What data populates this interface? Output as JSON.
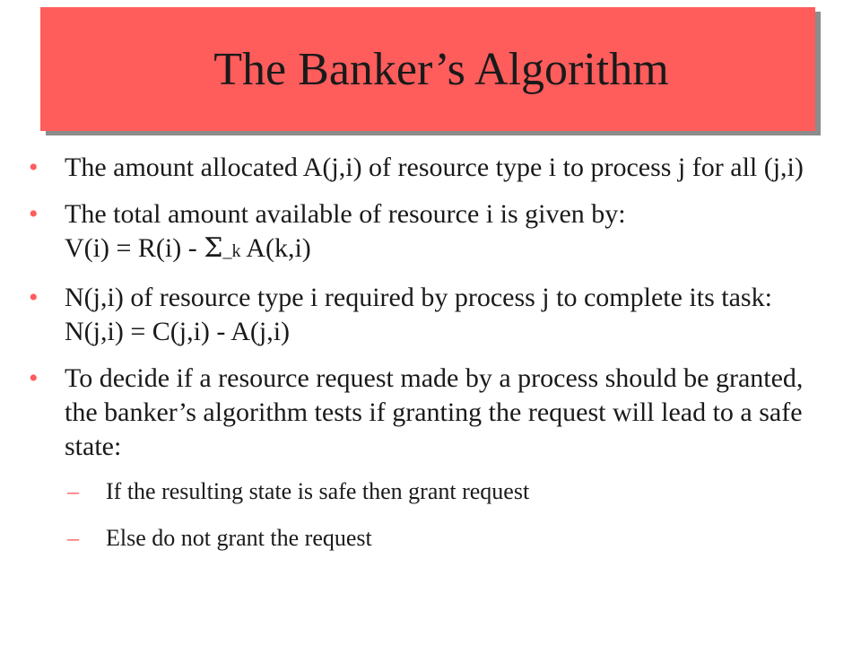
{
  "slide": {
    "title": "The Banker’s Algorithm",
    "bullet_char": "•",
    "dash_char": "–",
    "accent_color": "#ff5c5c",
    "bullets": [
      {
        "text": "The amount allocated A(j,i) of resource type i to process j for all (j,i)"
      },
      {
        "line1": "The total amount available of resource i is given by:",
        "formula_prefix": "V(i) = R(i) - ",
        "sigma": "Σ",
        "subscript": "_k",
        "formula_suffix": " A(k,i)"
      },
      {
        "text": "N(j,i) of resource type i required by process j to complete its task: N(j,i) = C(j,i) - A(j,i)"
      },
      {
        "text": "To decide if a resource request made by a process should be granted, the banker’s algorithm tests if granting the request will lead to a safe state:"
      }
    ],
    "sub_bullets": [
      "If the resulting state is safe then grant request",
      "Else do not grant the request"
    ]
  }
}
